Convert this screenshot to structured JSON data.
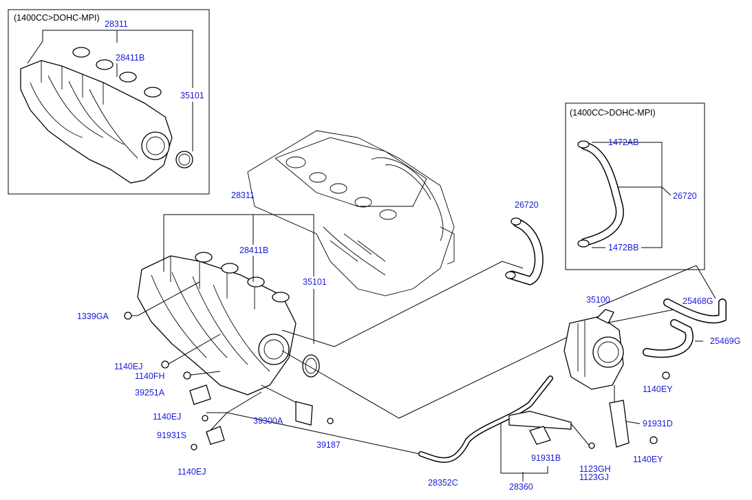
{
  "inset_left": {
    "header": "(1400CC>DOHC-MPI)",
    "labels": {
      "manifold": "28311",
      "gasket": "28411B",
      "oring": "35101"
    }
  },
  "inset_right": {
    "header": "(1400CC>DOHC-MPI)",
    "labels": {
      "clamp_top": "1472AB",
      "hose": "26720",
      "clamp_bottom": "1472BB"
    }
  },
  "main_labels": {
    "manifold": "28311",
    "gasket": "28411B",
    "oring": "35101",
    "hose_top": "26720",
    "throttle_body": "35100",
    "hose_25468": "25468G",
    "hose_25469": "25469G",
    "nut_1339": "1339GA",
    "bolt_1140ej_a": "1140EJ",
    "bolt_1140fh": "1140FH",
    "bracket_39251": "39251A",
    "bolt_1140ej_b": "1140EJ",
    "bracket_91931s": "91931S",
    "bolt_1140ej_c": "1140EJ",
    "sensor_39300": "39300A",
    "bolt_39187": "39187",
    "pipe_28352": "28352C",
    "bracket_28360": "28360",
    "bracket_91931b": "91931B",
    "bolt_1123gh": "1123GH",
    "bolt_1123gj": "1123GJ",
    "bolt_1140ey_a": "1140EY",
    "bracket_91931d": "91931D",
    "bolt_1140ey_b": "1140EY"
  }
}
